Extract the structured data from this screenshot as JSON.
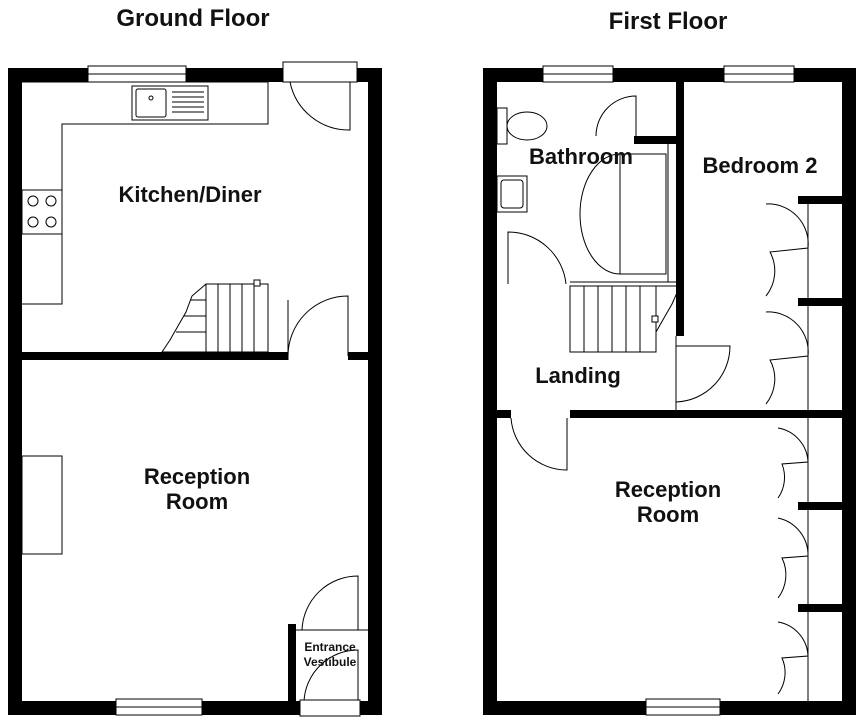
{
  "floors": [
    {
      "title": "Ground Floor",
      "rooms": [
        "Kitchen/Diner",
        "Reception",
        "Room",
        "Entrance",
        "Vestibule"
      ]
    },
    {
      "title": "First Floor",
      "rooms": [
        "Bathroom",
        "Bedroom 2",
        "Landing",
        "Reception",
        "Room"
      ]
    }
  ]
}
